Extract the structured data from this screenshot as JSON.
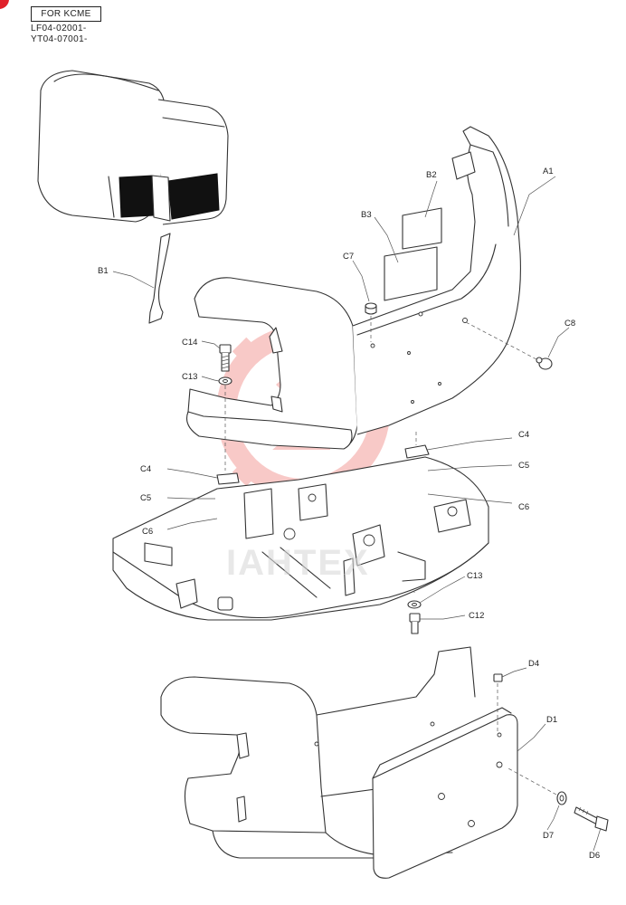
{
  "header": {
    "model_badge": "FOR KCME",
    "serial_ranges": [
      "LF04-02001-",
      "YT04-07001-"
    ]
  },
  "watermark": {
    "text": "IAHTEX",
    "color": "#e8403a"
  },
  "accent_color": "#e0202a",
  "parts": {
    "A1": "A1",
    "B1": "B1",
    "B2": "B2",
    "B3": "B3",
    "C4a": "C4",
    "C4b": "C4",
    "C5a": "C5",
    "C5b": "C5",
    "C6a": "C6",
    "C6b": "C6",
    "C7": "C7",
    "C8": "C8",
    "C12": "C12",
    "C13a": "C13",
    "C13b": "C13",
    "C14": "C14",
    "D1": "D1",
    "D4": "D4",
    "D6": "D6",
    "D7": "D7"
  }
}
